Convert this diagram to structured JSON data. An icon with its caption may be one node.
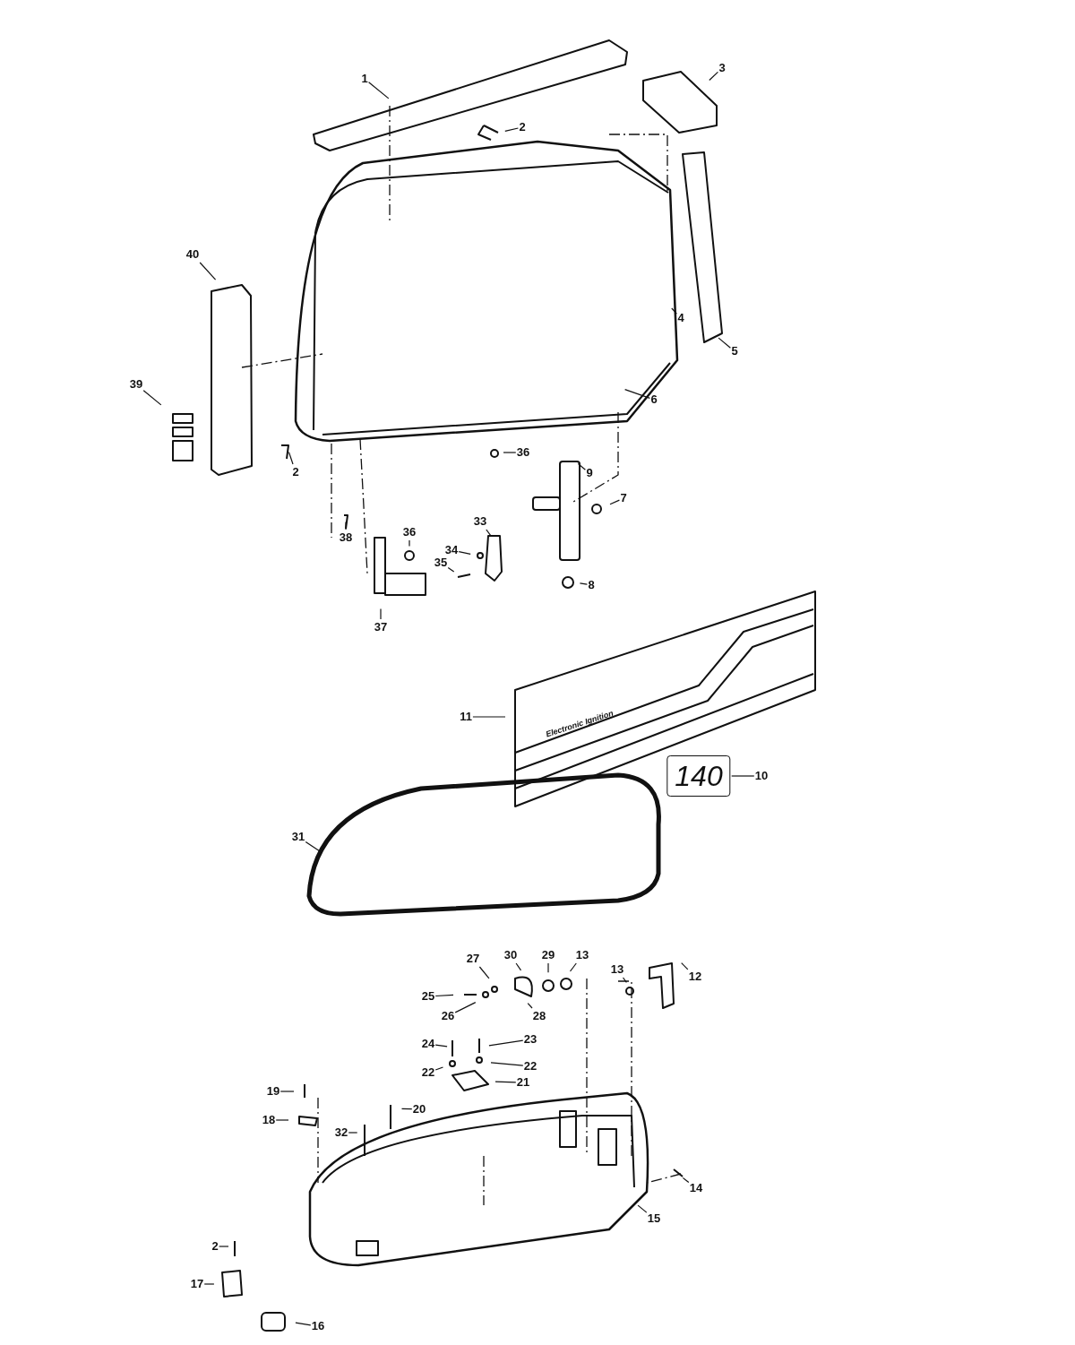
{
  "diagram": {
    "nodes": [
      {
        "text": [
          "1"
        ]
      },
      {
        "text": [
          "2"
        ]
      },
      {
        "text": [
          "3"
        ]
      },
      {
        "text": [
          "40"
        ]
      },
      {
        "text": [
          "4"
        ]
      },
      {
        "text": [
          "5"
        ]
      },
      {
        "text": [
          "6"
        ]
      },
      {
        "text": [
          "39"
        ]
      },
      {
        "text": [
          "2"
        ]
      },
      {
        "text": [
          "36"
        ]
      },
      {
        "text": [
          "9"
        ]
      },
      {
        "text": [
          "7"
        ]
      },
      {
        "text": [
          "38"
        ]
      },
      {
        "text": [
          "36"
        ]
      },
      {
        "text": [
          "33"
        ]
      },
      {
        "text": [
          "34"
        ]
      },
      {
        "text": [
          "35"
        ]
      },
      {
        "text": [
          "8"
        ]
      },
      {
        "text": [
          "37"
        ]
      },
      {
        "text": [
          "11"
        ]
      },
      {
        "text": [
          "10"
        ]
      },
      {
        "text": [
          "31"
        ]
      },
      {
        "text": [
          "13"
        ]
      },
      {
        "text": [
          "12"
        ]
      },
      {
        "text": [
          "29"
        ]
      },
      {
        "text": [
          "13"
        ]
      },
      {
        "text": [
          "27"
        ]
      },
      {
        "text": [
          "30"
        ]
      },
      {
        "text": [
          "28"
        ]
      },
      {
        "text": [
          "25"
        ]
      },
      {
        "text": [
          "26"
        ]
      },
      {
        "text": [
          "24"
        ]
      },
      {
        "text": [
          "23"
        ]
      },
      {
        "text": [
          "22"
        ]
      },
      {
        "text": [
          "22"
        ]
      },
      {
        "text": [
          "21"
        ]
      },
      {
        "text": [
          "19"
        ]
      },
      {
        "text": [
          "18"
        ]
      },
      {
        "text": [
          "20"
        ]
      },
      {
        "text": [
          "32"
        ]
      },
      {
        "text": [
          "14"
        ]
      },
      {
        "text": [
          "15"
        ]
      },
      {
        "text": [
          "2"
        ]
      },
      {
        "text": [
          "17"
        ]
      },
      {
        "text": [
          "16"
        ]
      },
      {
        "text": [
          "140"
        ]
      }
    ],
    "edges": [
      {
        "from": 0,
        "to": null,
        "arrow": "none"
      },
      {
        "from": 1,
        "to": null,
        "arrow": "none"
      },
      {
        "from": 2,
        "to": null,
        "arrow": "none"
      },
      {
        "from": 3,
        "to": null,
        "arrow": "none"
      },
      {
        "from": 4,
        "to": null,
        "arrow": "none"
      },
      {
        "from": 5,
        "to": null,
        "arrow": "none"
      },
      {
        "from": 6,
        "to": null,
        "arrow": "none"
      },
      {
        "from": 7,
        "to": null,
        "arrow": "none"
      },
      {
        "from": 8,
        "to": null,
        "arrow": "none"
      },
      {
        "from": 9,
        "to": null,
        "arrow": "none"
      },
      {
        "from": 10,
        "to": null,
        "arrow": "none"
      },
      {
        "from": 11,
        "to": null,
        "arrow": "none"
      },
      {
        "from": 12,
        "to": null,
        "arrow": "none"
      },
      {
        "from": 13,
        "to": null,
        "arrow": "none"
      },
      {
        "from": 14,
        "to": null,
        "arrow": "none"
      },
      {
        "from": 15,
        "to": null,
        "arrow": "none"
      },
      {
        "from": 16,
        "to": null,
        "arrow": "none"
      },
      {
        "from": 17,
        "to": null,
        "arrow": "none"
      },
      {
        "from": 18,
        "to": null,
        "arrow": "none"
      },
      {
        "from": 19,
        "to": null,
        "arrow": "none"
      },
      {
        "from": 20,
        "to": 45,
        "arrow": "none"
      },
      {
        "from": 21,
        "to": null,
        "arrow": "none"
      },
      {
        "from": 22,
        "to": null,
        "arrow": "none"
      },
      {
        "from": 23,
        "to": null,
        "arrow": "none"
      },
      {
        "from": 24,
        "to": null,
        "arrow": "none"
      },
      {
        "from": 25,
        "to": null,
        "arrow": "none"
      },
      {
        "from": 26,
        "to": null,
        "arrow": "none"
      },
      {
        "from": 27,
        "to": null,
        "arrow": "none"
      },
      {
        "from": 28,
        "to": null,
        "arrow": "none"
      },
      {
        "from": 29,
        "to": null,
        "arrow": "none"
      },
      {
        "from": 30,
        "to": null,
        "arrow": "none"
      },
      {
        "from": 31,
        "to": null,
        "arrow": "none"
      },
      {
        "from": 32,
        "to": null,
        "arrow": "none"
      },
      {
        "from": 33,
        "to": null,
        "arrow": "none"
      },
      {
        "from": 34,
        "to": null,
        "arrow": "none"
      },
      {
        "from": 35,
        "to": null,
        "arrow": "none"
      },
      {
        "from": 36,
        "to": null,
        "arrow": "none"
      },
      {
        "from": 37,
        "to": null,
        "arrow": "none"
      },
      {
        "from": 38,
        "to": null,
        "arrow": "none"
      },
      {
        "from": 39,
        "to": null,
        "arrow": "none"
      },
      {
        "from": 40,
        "to": null,
        "arrow": "none"
      },
      {
        "from": 41,
        "to": null,
        "arrow": "none"
      },
      {
        "from": 42,
        "to": null,
        "arrow": "none"
      },
      {
        "from": 43,
        "to": null,
        "arrow": "none"
      },
      {
        "from": 44,
        "to": null,
        "arrow": "none"
      }
    ],
    "labels": [
      "Electronic Ignition"
    ]
  }
}
